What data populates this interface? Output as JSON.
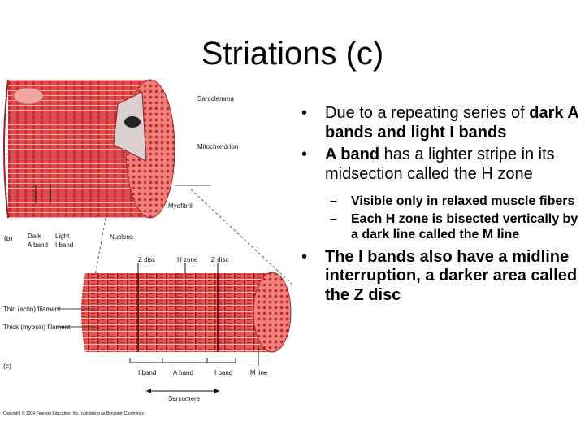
{
  "slide": {
    "title": "Striations (c)",
    "bullets": [
      {
        "level": 1,
        "segments": [
          {
            "text": "Due to a repeating series of ",
            "bold": false
          },
          {
            "text": "dark A bands and light I bands",
            "bold": true
          }
        ]
      },
      {
        "level": 1,
        "segments": [
          {
            "text": "A band",
            "bold": true
          },
          {
            "text": " has a lighter stripe in its midsection called the H zone",
            "bold": false
          }
        ]
      },
      {
        "level": 2,
        "segments": [
          {
            "text": "Visible only in relaxed muscle fibers",
            "bold": true
          }
        ]
      },
      {
        "level": 2,
        "segments": [
          {
            "text": "Each H zone is bisected vertically by a dark line called the M line",
            "bold": true
          }
        ]
      },
      {
        "level": 1,
        "segments": [
          {
            "text": "The I bands also have a midline interruption, a darker area called the Z disc",
            "bold": true
          }
        ]
      }
    ]
  },
  "figure": {
    "labels": {
      "sarcolemma": "Sarcolemma",
      "mitochondrion": "Mitochondrion",
      "myofibril": "Myofibril",
      "panel_b": "(b)",
      "dark_a_band_1": "Dark",
      "dark_a_band_2": "A band",
      "light_i_band_1": "Light",
      "light_i_band_2": "I band",
      "nucleus": "Nucleus",
      "z_disc_left": "Z disc",
      "h_zone": "H zone",
      "z_disc_right": "Z disc",
      "thin_filament": "Thin (actin) filament",
      "thick_filament": "Thick (myosin) filament",
      "panel_c": "(c)",
      "i_band_left": "I band",
      "a_band": "A band",
      "i_band_right": "I band",
      "m_line": "M line",
      "sarcomere": "Sarcomere",
      "copyright": "Copyright © 2004 Pearson Education, Inc., publishing as Benjamin Cummings."
    }
  },
  "colors": {
    "muscle": "#e8474a",
    "muscle_dark": "#c42f33",
    "muscle_light": "#f08a86"
  }
}
